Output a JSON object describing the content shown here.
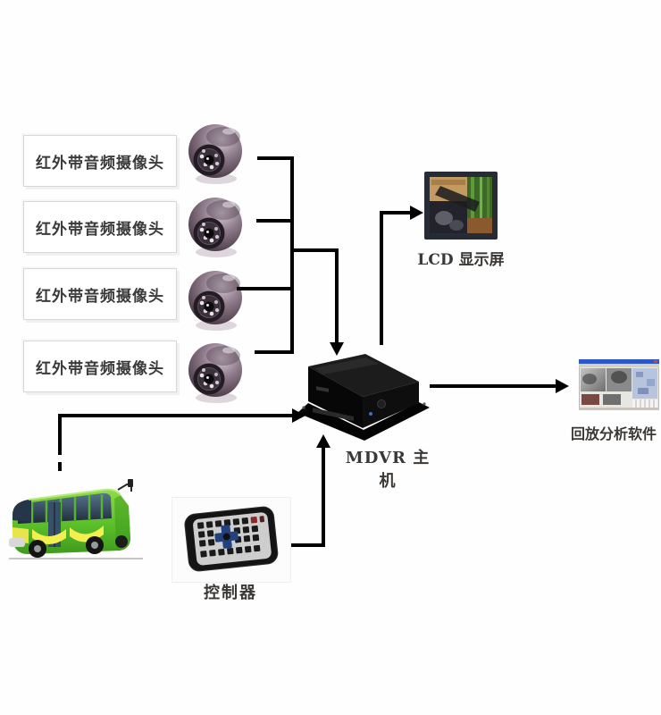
{
  "diagram_type": "mdvr-vehicle-surveillance-connection-diagram",
  "nodes": {
    "camera_boxes": [
      {
        "label": "红外带音频摄像头",
        "icon": "dome-camera-icon"
      },
      {
        "label": "红外带音频摄像头",
        "icon": "dome-camera-icon"
      },
      {
        "label": "红外带音频摄像头",
        "icon": "dome-camera-icon"
      },
      {
        "label": "红外带音频摄像头",
        "icon": "dome-camera-icon"
      }
    ],
    "lcd": {
      "label": "LCD 显示屏",
      "icon": "lcd-monitor-icon"
    },
    "mdvr": {
      "label": "MDVR 主机",
      "icon": "mdvr-black-box-icon"
    },
    "playback": {
      "label": "回放分析软件",
      "icon": "software-window-icon"
    },
    "controller": {
      "label": "控制器",
      "icon": "remote-controller-icon"
    },
    "vehicle": {
      "icon": "green-bus-icon"
    }
  },
  "connections": [
    "camera1-to-bus-line",
    "camera2-to-bus-line",
    "camera3-to-bus-line",
    "camera4-to-bus-line",
    "camera-bus-to-mdvr-arrow",
    "mdvr-to-lcd-arrow",
    "mdvr-to-playback-arrow",
    "vehicle-to-mdvr-arrow",
    "controller-to-mdvr-arrow"
  ],
  "colors": {
    "line": "#000000",
    "label_text": "#3a3a3a",
    "box_border": "#d7d7d7",
    "bus_green": "#5bbf2a",
    "bus_yellow": "#f2ef4f",
    "lcd_bezel": "#262b36",
    "software_titlebar": "#2a58c8",
    "dome_body": "#6a5666"
  }
}
